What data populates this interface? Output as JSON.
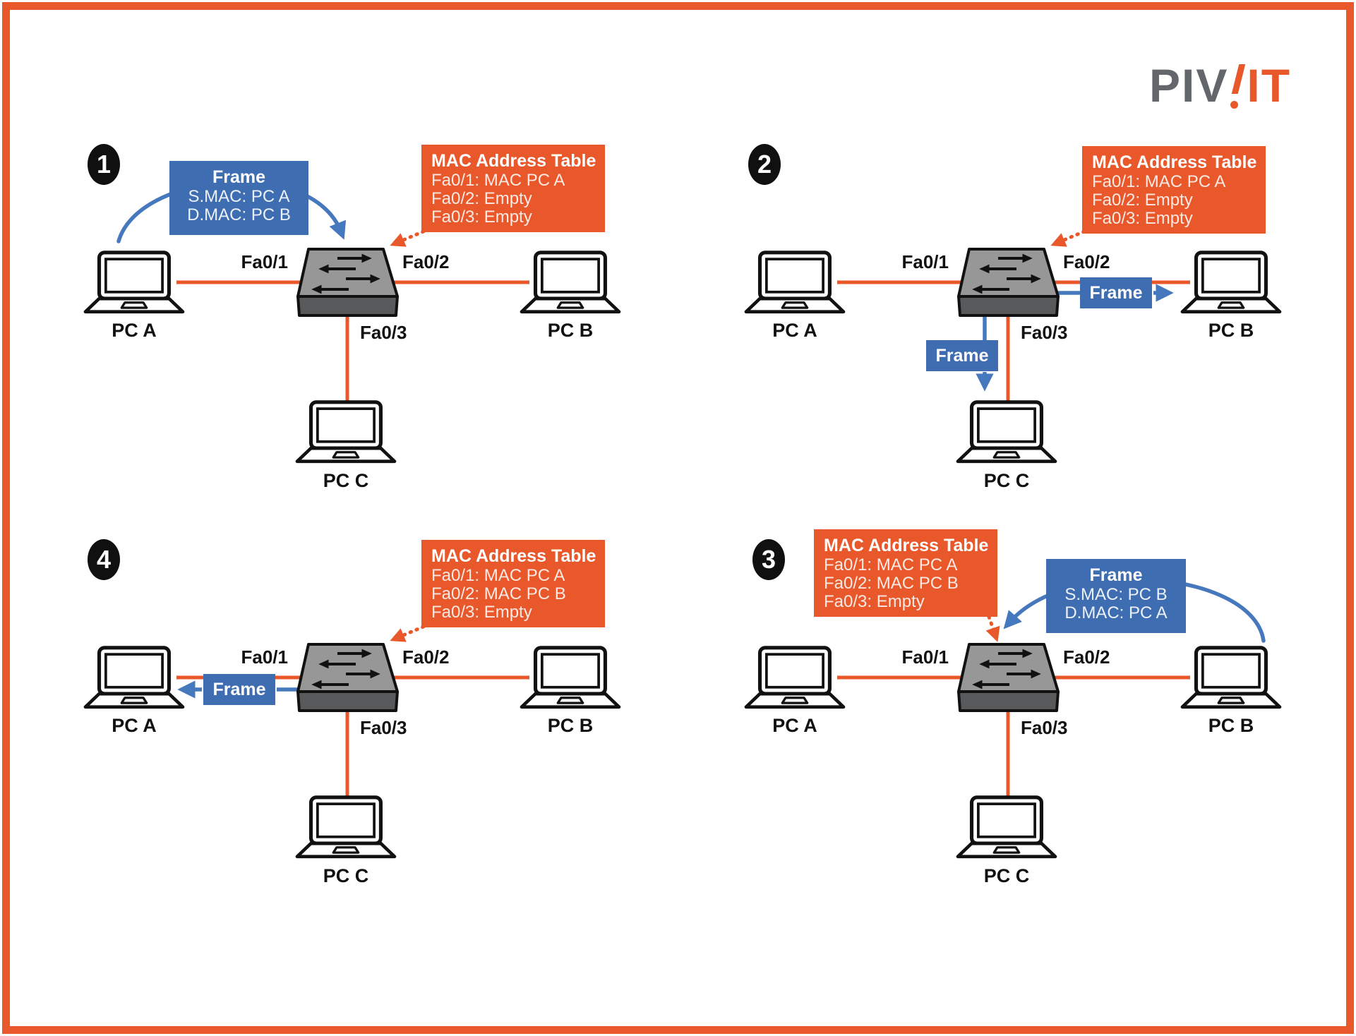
{
  "logo": {
    "gray": "PIV",
    "orange": "IT"
  },
  "colors": {
    "accent_orange": "#E8582B",
    "frame_blue": "#3E6DB2",
    "arrow_blue": "#4678BE",
    "switch_top_gray": "#979797",
    "switch_front_gray": "#58595B",
    "logo_gray": "#63666A"
  },
  "panels": [
    {
      "number": "1",
      "mac_table": {
        "title": "MAC Address Table",
        "rows": [
          "Fa0/1: MAC PC A",
          "Fa0/2: Empty",
          "Fa0/3: Empty"
        ]
      },
      "frame": {
        "title": "Frame",
        "rows": [
          "S.MAC: PC A",
          "D.MAC: PC B"
        ]
      },
      "ports": {
        "fa1": "Fa0/1",
        "fa2": "Fa0/2",
        "fa3": "Fa0/3"
      },
      "pcs": {
        "a": "PC A",
        "b": "PC B",
        "c": "PC C"
      }
    },
    {
      "number": "2",
      "mac_table": {
        "title": "MAC Address Table",
        "rows": [
          "Fa0/1: MAC PC A",
          "Fa0/2: Empty",
          "Fa0/3: Empty"
        ]
      },
      "frame_right": {
        "title": "Frame"
      },
      "frame_down": {
        "title": "Frame"
      },
      "ports": {
        "fa1": "Fa0/1",
        "fa2": "Fa0/2",
        "fa3": "Fa0/3"
      },
      "pcs": {
        "a": "PC A",
        "b": "PC B",
        "c": "PC C"
      }
    },
    {
      "number": "4",
      "mac_table": {
        "title": "MAC Address Table",
        "rows": [
          "Fa0/1: MAC PC A",
          "Fa0/2: MAC PC B",
          "Fa0/3: Empty"
        ]
      },
      "frame_left": {
        "title": "Frame"
      },
      "ports": {
        "fa1": "Fa0/1",
        "fa2": "Fa0/2",
        "fa3": "Fa0/3"
      },
      "pcs": {
        "a": "PC A",
        "b": "PC B",
        "c": "PC C"
      }
    },
    {
      "number": "3",
      "mac_table": {
        "title": "MAC Address Table",
        "rows": [
          "Fa0/1: MAC PC A",
          "Fa0/2: MAC PC B",
          "Fa0/3: Empty"
        ]
      },
      "frame": {
        "title": "Frame",
        "rows": [
          "S.MAC: PC B",
          "D.MAC: PC A"
        ]
      },
      "ports": {
        "fa1": "Fa0/1",
        "fa2": "Fa0/2",
        "fa3": "Fa0/3"
      },
      "pcs": {
        "a": "PC A",
        "b": "PC B",
        "c": "PC C"
      }
    }
  ]
}
